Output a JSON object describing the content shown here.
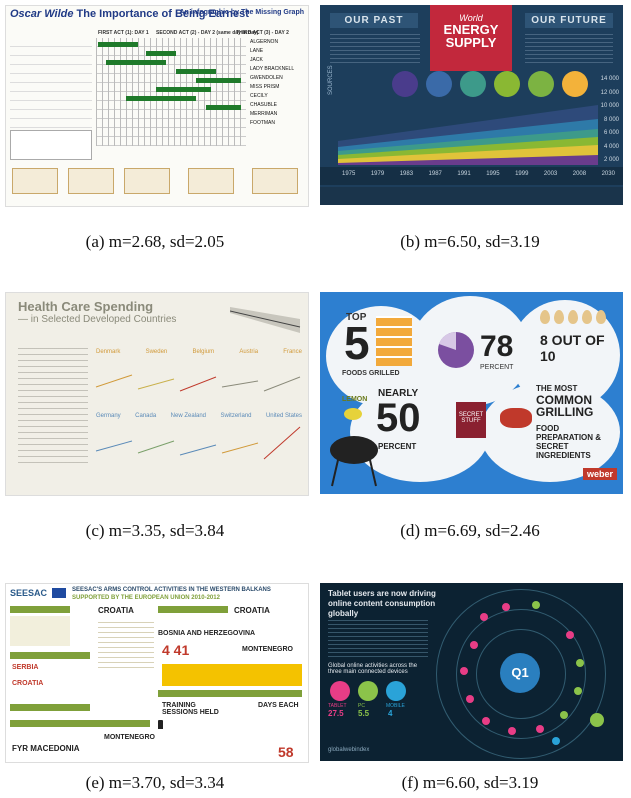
{
  "captions": {
    "a": "(a) m=2.68, sd=2.05",
    "b": "(b) m=6.50, sd=3.19",
    "c": "(c) m=3.35, sd=3.84",
    "d": "(d) m=6.69, sd=2.46",
    "e": "(e) m=3.70, sd=3.34",
    "f": "(f) m=6.60, sd=3.19"
  },
  "panel_a": {
    "title_author": "Oscar Wilde",
    "title_main": "The Importance of Being Earnest",
    "subtitle": "An infographic by The Missing Graph",
    "acts": [
      "FIRST ACT (1): DAY 1",
      "SECOND ACT (2) - DAY 2 (same day in day)",
      "THIRD ACT (3) - DAY 2"
    ],
    "characters": [
      "ALGERNON",
      "LANE",
      "JACK",
      "LADY BRACKNELL",
      "GWENDOLEN",
      "MISS PRISM",
      "CECILY",
      "CHASUBLE",
      "MERRIMAN",
      "FOOTMAN"
    ],
    "bar_color": "#1f7a2a",
    "title_color": "#203a86"
  },
  "panel_b": {
    "left_heading": "OUR PAST",
    "right_heading": "OUR FUTURE",
    "center_line1": "World",
    "center_line2": "ENERGY",
    "center_line3": "SUPPLY",
    "years": [
      "1975",
      "1979",
      "1983",
      "1987",
      "1991",
      "1995",
      "1999",
      "2003",
      "2008",
      "2030"
    ],
    "y_ticks": [
      "14 000",
      "12 000",
      "10 000",
      "8 000",
      "6 000",
      "4 000",
      "2 000"
    ],
    "side_label": "SOURCES",
    "circle_colors": [
      "#4a3c8c",
      "#3a6aa8",
      "#3d9a8a",
      "#8ab833",
      "#7cb342",
      "#f3b23a"
    ]
  },
  "panel_c": {
    "title_line1": "Health Care Spending",
    "title_line2": "— in Selected Developed Countries",
    "countries_row1": [
      "Denmark",
      "Sweden",
      "Belgium",
      "Austria",
      "France"
    ],
    "countries_row2": [
      "Germany",
      "Canada",
      "New Zealand",
      "Switzerland",
      "United States"
    ],
    "label_color": "#d19a3a"
  },
  "panel_d": {
    "top": "TOP",
    "top_num": "5",
    "foods_grilled": "FOODS GRILLED",
    "percent_78": "78",
    "percent_word": "PERCENT",
    "eight_of_ten": "8 OUT OF 10",
    "nearly": "NEARLY",
    "nearly_num": "50",
    "percent_word2": "PERCENT",
    "the_most": "THE MOST",
    "common_grilling": "COMMON GRILLING",
    "secret_stuff": "SECRET STUFF",
    "food_prep": "FOOD PREPARATION & SECRET INGREDIENTS",
    "lemon": "LEMON",
    "brand": "weber"
  },
  "panel_e": {
    "org": "SEESAC",
    "headline": "SEESAC'S ARMS CONTROL ACTIVITIES IN THE WESTERN BALKANS",
    "subheadline": "SUPPORTED BY THE EUROPEAN UNION 2010-2012",
    "croatia": "CROATIA",
    "bosnia": "BOSNIA AND HERZEGOVINA",
    "montenegro": "MONTENEGRO",
    "serbia": "SERBIA",
    "fyr": "FYR MACEDONIA",
    "training": "TRAINING SESSIONS HELD",
    "days": "DAYS EACH",
    "count_58": "58",
    "accent": "#7fa03a"
  },
  "panel_f": {
    "headline": "Tablet users are now driving online content consumption globally",
    "quarter": "Q1",
    "devices_title": "Global online activities across the three main connected devices",
    "tablet_label": "TABLET",
    "tablet_val": "27.5",
    "pc_label": "PC",
    "pc_val": "5.5",
    "mobile_label": "MOBILE",
    "mobile_val": "4",
    "brand": "globalwebindex"
  }
}
